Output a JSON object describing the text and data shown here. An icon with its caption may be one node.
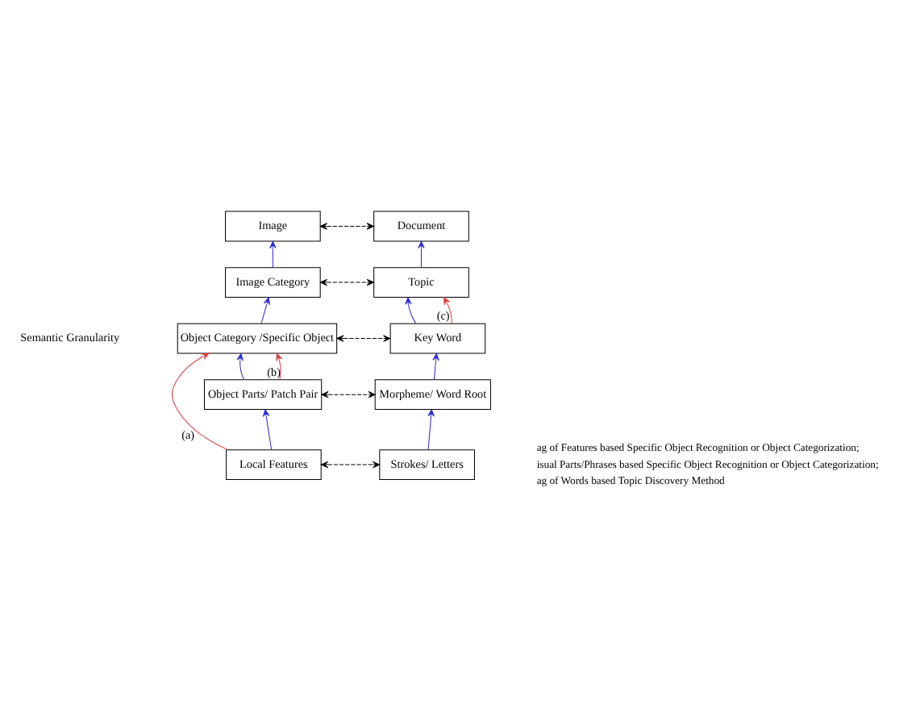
{
  "diagram": {
    "nodes": [
      {
        "text": [
          "Image"
        ]
      },
      {
        "text": [
          "Document"
        ]
      },
      {
        "text": [
          "Image Category"
        ]
      },
      {
        "text": [
          "Topic"
        ]
      },
      {
        "text": [
          "Object Category /Specific Object"
        ]
      },
      {
        "text": [
          "Key Word"
        ]
      },
      {
        "text": [
          "Object Parts/ Patch Pair"
        ]
      },
      {
        "text": [
          "Morpheme/ Word Root"
        ]
      },
      {
        "text": [
          "Local Features"
        ]
      },
      {
        "text": [
          "Strokes/ Letters"
        ]
      }
    ],
    "edges": [
      {
        "from": 0,
        "to": 1,
        "arrow": "both",
        "style": "dashed",
        "color": "#000000"
      },
      {
        "from": 2,
        "to": 0,
        "arrow": "to"
      },
      {
        "from": 3,
        "to": 1,
        "arrow": "to"
      },
      {
        "from": 2,
        "to": 3,
        "arrow": "both",
        "style": "dashed",
        "color": "#000000"
      },
      {
        "from": 4,
        "to": 2,
        "arrow": "to"
      },
      {
        "from": 5,
        "to": 3,
        "arrow": "to"
      },
      {
        "from": 5,
        "to": 3,
        "arrow": "to",
        "label": "(c)",
        "color": "#e03a3a"
      },
      {
        "from": 4,
        "to": 5,
        "arrow": "both",
        "style": "dashed",
        "color": "#000000"
      },
      {
        "from": 6,
        "to": 4,
        "arrow": "to"
      },
      {
        "from": 6,
        "to": 4,
        "arrow": "to",
        "label": "(b)",
        "color": "#e03a3a"
      },
      {
        "from": 7,
        "to": 5,
        "arrow": "to"
      },
      {
        "from": 6,
        "to": 7,
        "arrow": "both",
        "style": "dashed",
        "color": "#000000"
      },
      {
        "from": 8,
        "to": 6,
        "arrow": "to"
      },
      {
        "from": 8,
        "to": 4,
        "arrow": "to",
        "label": "(a)",
        "color": "#e03a3a"
      },
      {
        "from": 9,
        "to": 7,
        "arrow": "to"
      },
      {
        "from": 8,
        "to": 9,
        "arrow": "both",
        "style": "dashed",
        "color": "#000000"
      }
    ],
    "labels": [
      "Semantic Granularity",
      "ag of Features based Specific Object Recognition or Object Categorization;",
      "isual Parts/Phrases based Specific Object Recognition or Object Categorization;",
      "ag of Words based Topic Discovery Method"
    ]
  }
}
